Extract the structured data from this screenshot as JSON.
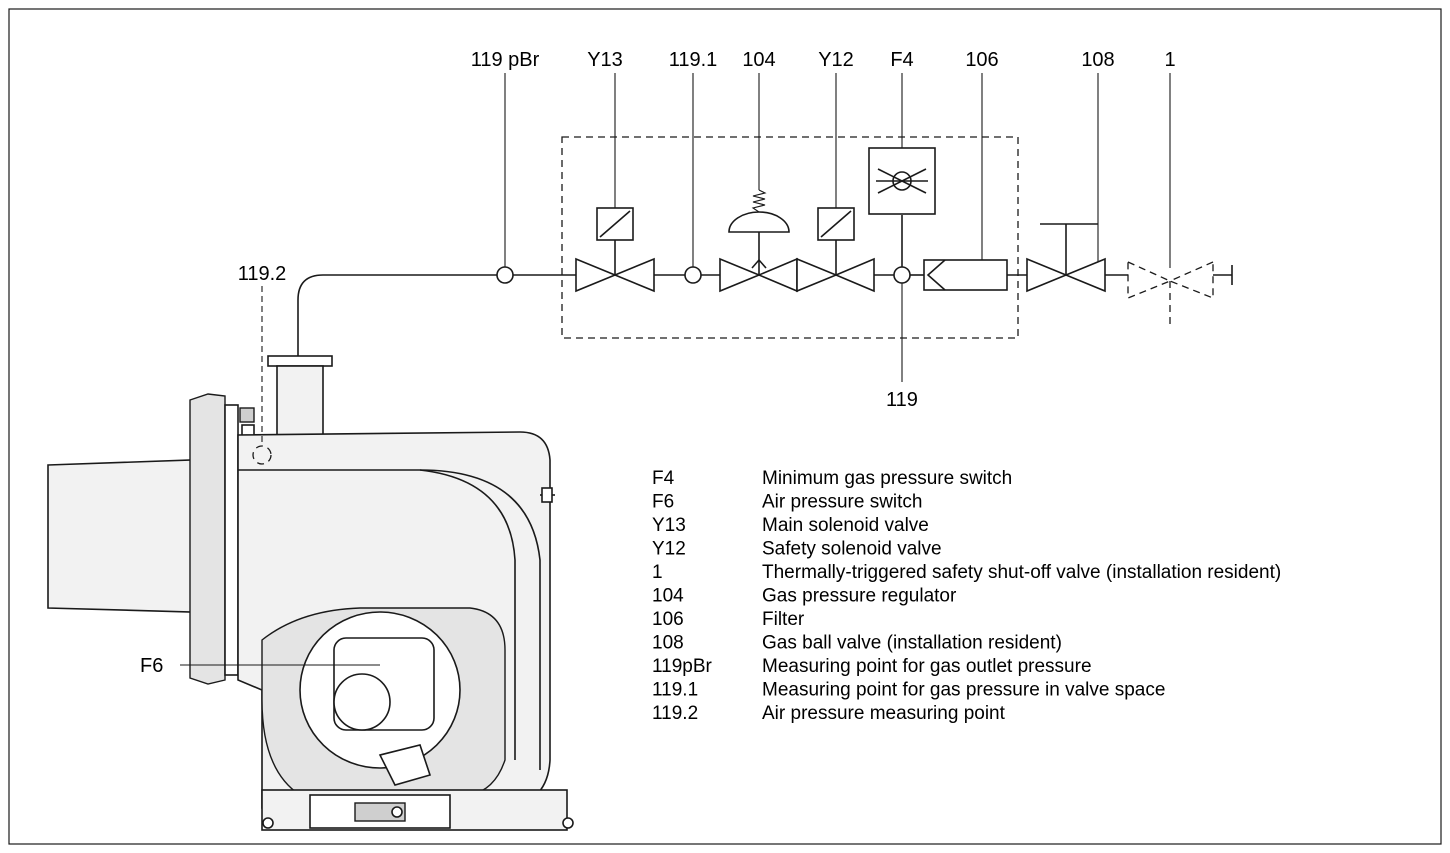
{
  "labels": {
    "p119pbr": "119 pBr",
    "y13": "Y13",
    "p119_1": "119.1",
    "r104": "104",
    "y12": "Y12",
    "f4": "F4",
    "f106": "106",
    "v108": "108",
    "v1": "1",
    "p119_2": "119.2",
    "p119": "119",
    "f6": "F6"
  },
  "legend": [
    {
      "code": "F4",
      "text": "Minimum gas pressure switch"
    },
    {
      "code": "F6",
      "text": "Air pressure switch"
    },
    {
      "code": "Y13",
      "text": "Main solenoid valve"
    },
    {
      "code": "Y12",
      "text": "Safety solenoid valve"
    },
    {
      "code": "1",
      "text": "Thermally-triggered safety shut-off valve (installation resident)"
    },
    {
      "code": "104",
      "text": "Gas pressure regulator"
    },
    {
      "code": "106",
      "text": "Filter"
    },
    {
      "code": "108",
      "text": "Gas ball valve (installation resident)"
    },
    {
      "code": "119pBr",
      "text": "Measuring point for gas outlet pressure"
    },
    {
      "code": "119.1",
      "text": "Measuring point for gas pressure in valve space"
    },
    {
      "code": "119.2",
      "text": "Air pressure measuring point"
    }
  ]
}
